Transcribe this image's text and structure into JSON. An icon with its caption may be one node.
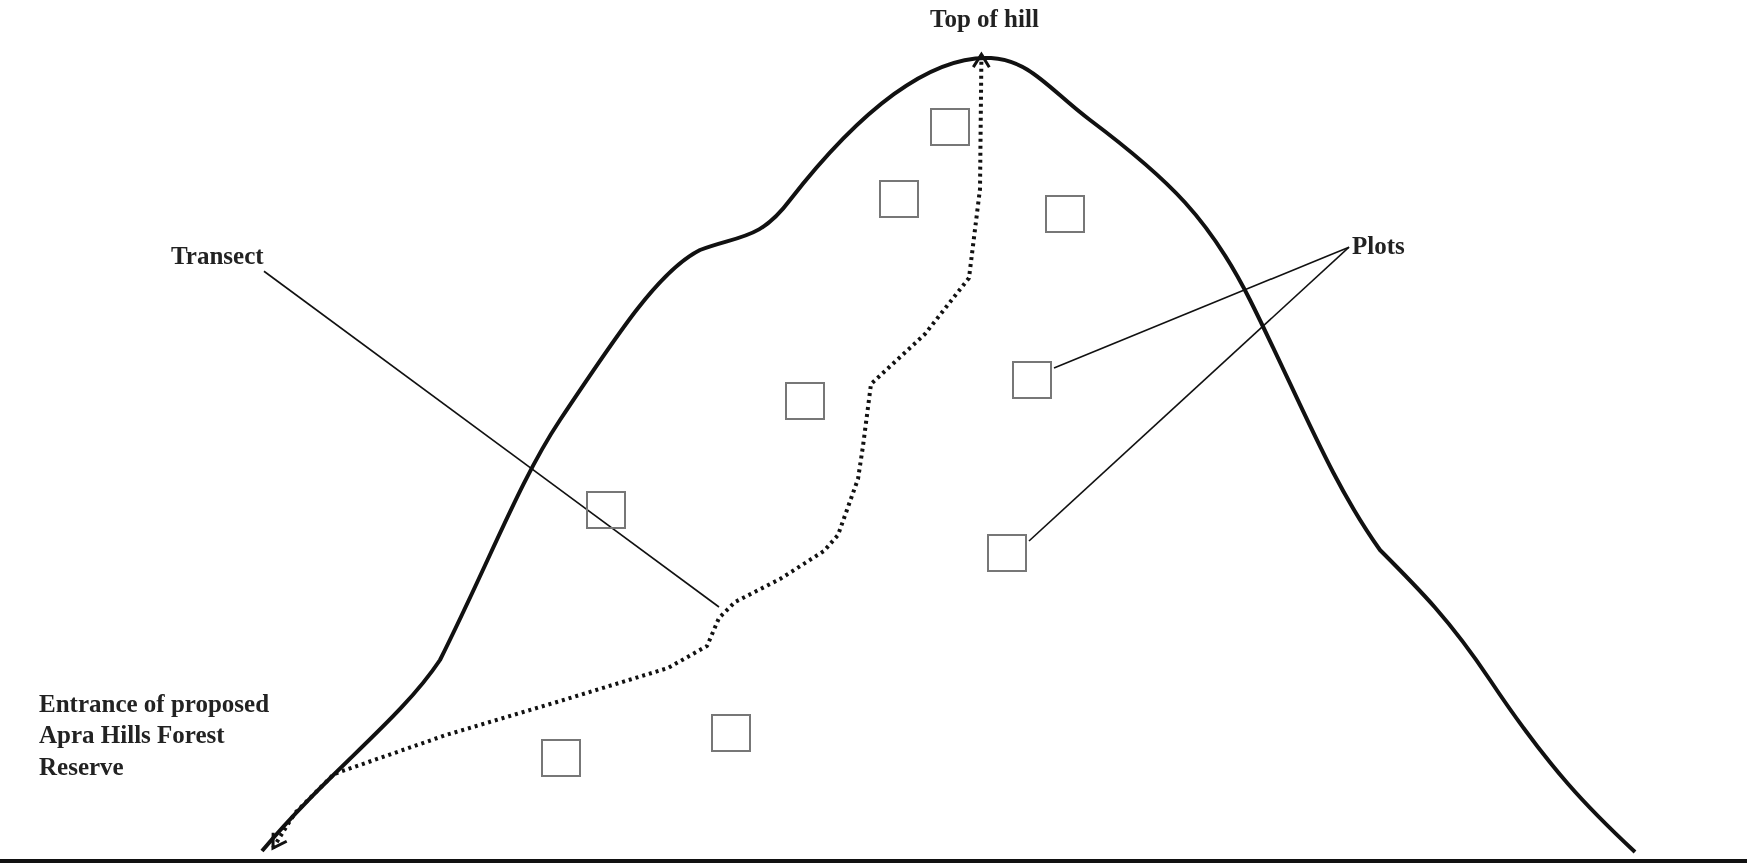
{
  "diagram": {
    "nodes": [
      {
        "text": [
          "Top of hill"
        ]
      },
      {
        "text": [
          "Transect"
        ]
      },
      {
        "text": [
          "Plots"
        ]
      },
      {
        "text": [
          "Entrance of proposed Apra Hills Forest Reserve"
        ]
      },
      {
        "text": [],
        "shape": "box"
      },
      {
        "text": [],
        "shape": "box"
      },
      {
        "text": [],
        "shape": "box"
      },
      {
        "text": [],
        "shape": "box"
      },
      {
        "text": [],
        "shape": "box"
      },
      {
        "text": [],
        "shape": "box"
      },
      {
        "text": [],
        "shape": "box"
      },
      {
        "text": [],
        "shape": "box"
      },
      {
        "text": [],
        "shape": "box"
      }
    ],
    "edges": [
      {
        "from": 3,
        "to": 0,
        "arrow": "both",
        "style": "dashed"
      },
      {
        "from": 1,
        "to": null,
        "arrow": "none"
      },
      {
        "from": 2,
        "to": 7,
        "arrow": "none"
      },
      {
        "from": 2,
        "to": 10,
        "arrow": "none"
      }
    ]
  }
}
